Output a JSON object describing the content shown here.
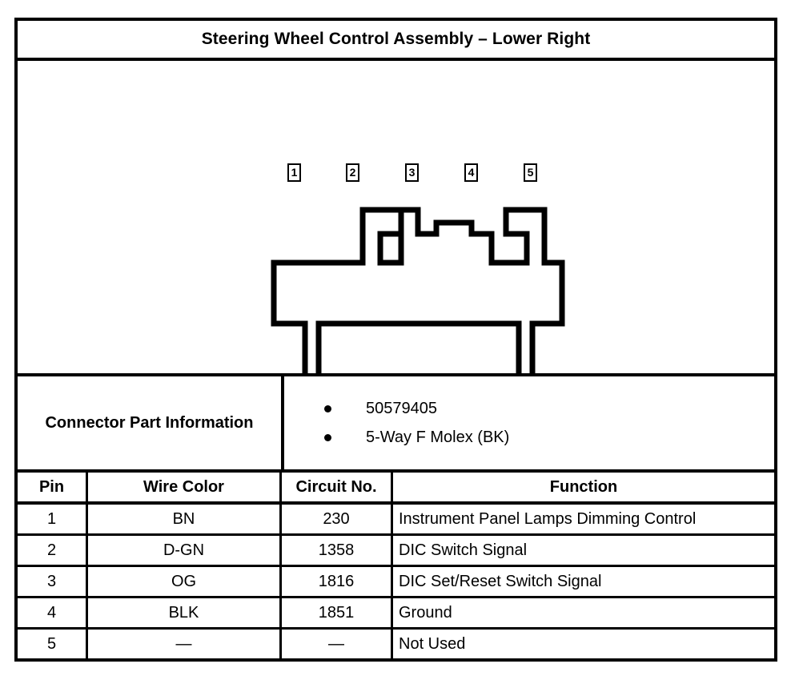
{
  "header": {
    "title": "Steering Wheel Control Assembly – Lower Right"
  },
  "figure": {
    "name": "connector-end-view",
    "pins": [
      {
        "number": "1"
      },
      {
        "number": "2"
      },
      {
        "number": "3"
      },
      {
        "number": "4"
      },
      {
        "number": "5"
      }
    ]
  },
  "part_info": {
    "label": "Connector Part Information",
    "bullets": [
      "50579405",
      "5-Way F Molex (BK)"
    ]
  },
  "pin_table": {
    "headers": {
      "pin": "Pin",
      "wire_color": "Wire Color",
      "circuit_no": "Circuit No.",
      "function": "Function"
    },
    "rows": [
      {
        "pin": "1",
        "wire_color": "BN",
        "circuit_no": "230",
        "function": "Instrument Panel Lamps Dimming Control"
      },
      {
        "pin": "2",
        "wire_color": "D-GN",
        "circuit_no": "1358",
        "function": "DIC Switch Signal"
      },
      {
        "pin": "3",
        "wire_color": "OG",
        "circuit_no": "1816",
        "function": "DIC Set/Reset Switch Signal"
      },
      {
        "pin": "4",
        "wire_color": "BLK",
        "circuit_no": "1851",
        "function": "Ground"
      },
      {
        "pin": "5",
        "wire_color": "—",
        "circuit_no": "—",
        "function": "Not Used"
      }
    ]
  },
  "colors": {
    "ink": "#000000",
    "paper": "#ffffff"
  }
}
